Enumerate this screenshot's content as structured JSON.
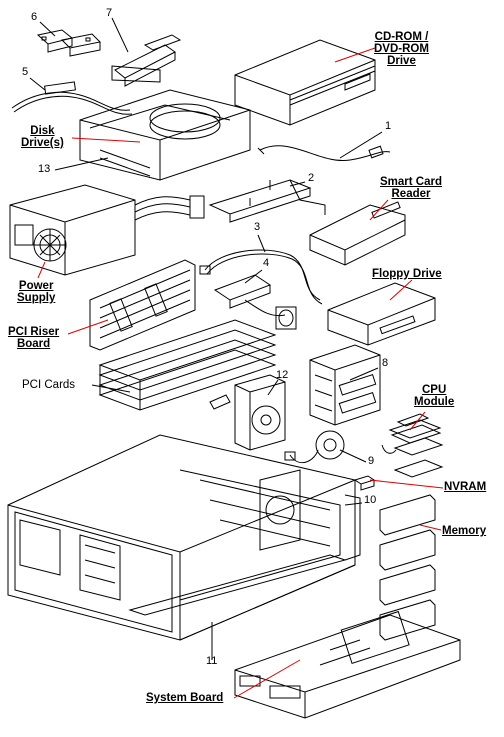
{
  "labels": {
    "cdrom": [
      "CD-ROM /",
      "DVD-ROM",
      "Drive"
    ],
    "disk": [
      "Disk",
      "Drive(s)"
    ],
    "smartcard": [
      "Smart Card",
      "Reader"
    ],
    "power": [
      "Power",
      "Supply"
    ],
    "floppy": "Floppy Drive",
    "pciriser": [
      "PCI Riser",
      "Board"
    ],
    "pcicards": "PCI Cards",
    "cpu": [
      "CPU",
      "Module"
    ],
    "nvram": "NVRAM",
    "memory": "Memory",
    "systemboard": "System Board"
  },
  "numbers": {
    "n1": "1",
    "n2": "2",
    "n3": "3",
    "n4": "4",
    "n5": "5",
    "n6": "6",
    "n7": "7",
    "n8": "8",
    "n9": "9",
    "n10": "10",
    "n11": "11",
    "n12": "12",
    "n13": "13"
  },
  "colors": {
    "callout": "#e00000",
    "line": "#000000"
  }
}
